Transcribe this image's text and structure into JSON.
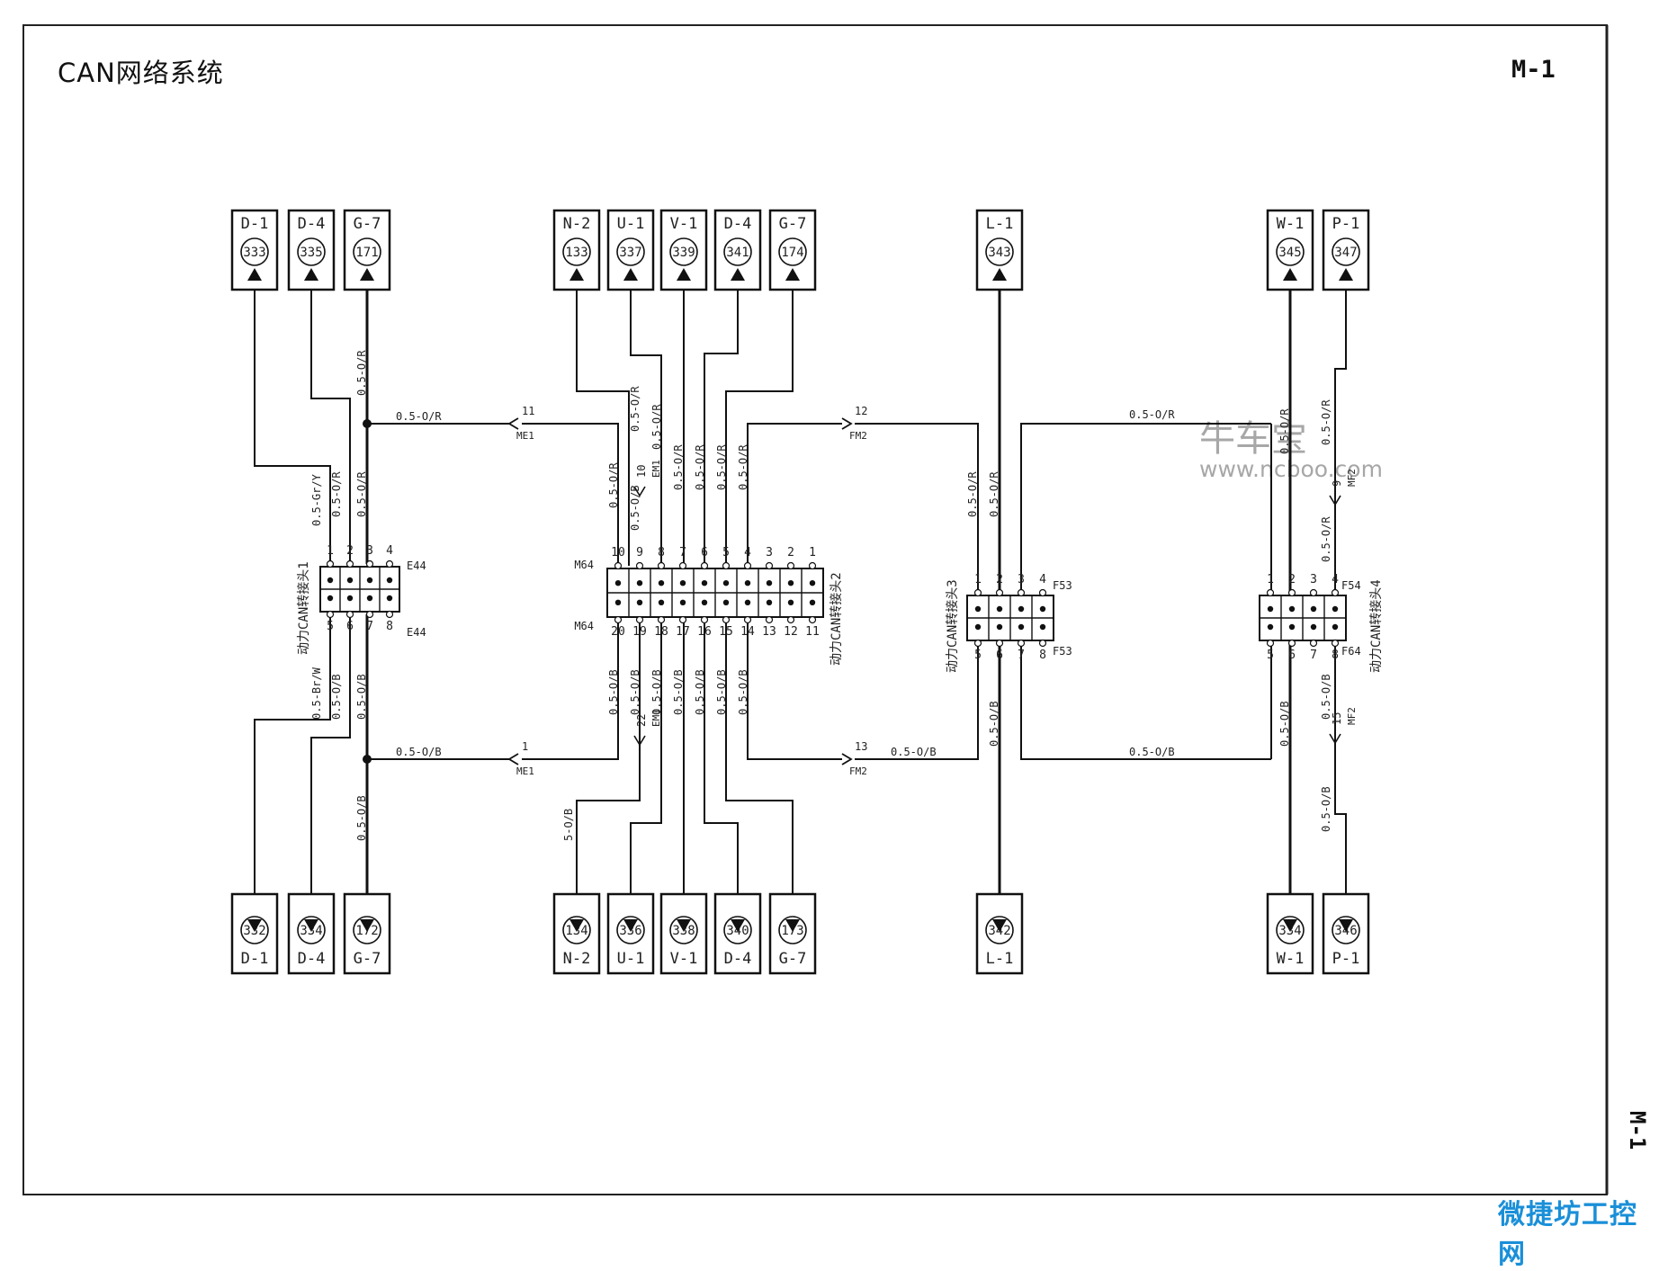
{
  "header": {
    "title": "CAN网络系统",
    "page": "M-1",
    "side_page": "M-1"
  },
  "watermark": {
    "name": "牛车宝",
    "url": "www.ncboo.com"
  },
  "corner_logo": "微捷坊工控网",
  "colors": {
    "wire": "#111111",
    "frame": "#222222",
    "watermark": "#8a8a8a",
    "logo": "#1a8fd8"
  },
  "top_terminals": [
    {
      "code": "D-1",
      "num": "333"
    },
    {
      "code": "D-4",
      "num": "335"
    },
    {
      "code": "G-7",
      "num": "171"
    },
    {
      "code": "N-2",
      "num": "133"
    },
    {
      "code": "U-1",
      "num": "337"
    },
    {
      "code": "V-1",
      "num": "339"
    },
    {
      "code": "D-4",
      "num": "341"
    },
    {
      "code": "G-7",
      "num": "174"
    },
    {
      "code": "L-1",
      "num": "343"
    },
    {
      "code": "W-1",
      "num": "345"
    },
    {
      "code": "P-1",
      "num": "347"
    }
  ],
  "bottom_terminals": [
    {
      "code": "D-1",
      "num": "332"
    },
    {
      "code": "D-4",
      "num": "334"
    },
    {
      "code": "G-7",
      "num": "172"
    },
    {
      "code": "N-2",
      "num": "134"
    },
    {
      "code": "U-1",
      "num": "336"
    },
    {
      "code": "V-1",
      "num": "338"
    },
    {
      "code": "D-4",
      "num": "340"
    },
    {
      "code": "G-7",
      "num": "173"
    },
    {
      "code": "L-1",
      "num": "342"
    },
    {
      "code": "W-1",
      "num": "334"
    },
    {
      "code": "P-1",
      "num": "346"
    }
  ],
  "connectors": [
    {
      "name": "动力CAN转接头1",
      "id_top": "E44",
      "id_bottom": "E44",
      "pins_top": [
        "1",
        "2",
        "3",
        "4"
      ],
      "pins_bottom": [
        "5",
        "6",
        "7",
        "8"
      ]
    },
    {
      "name": "动力CAN转接头2",
      "id_top": "M64",
      "id_bottom": "M64",
      "pins_top": [
        "10",
        "9",
        "8",
        "7",
        "6",
        "5",
        "4",
        "3",
        "2",
        "1"
      ],
      "pins_bottom": [
        "20",
        "19",
        "18",
        "17",
        "16",
        "15",
        "14",
        "13",
        "12",
        "11"
      ]
    },
    {
      "name": "动力CAN转接头3",
      "id_top": "F53",
      "id_bottom": "F53",
      "pins_top": [
        "1",
        "2",
        "3",
        "4"
      ],
      "pins_bottom": [
        "5",
        "6",
        "7",
        "8"
      ]
    },
    {
      "name": "动力CAN转接头4",
      "id_top": "F54",
      "id_bottom": "F64",
      "pins_top": [
        "1",
        "2",
        "3",
        "4"
      ],
      "pins_bottom": [
        "5",
        "6",
        "7",
        "8"
      ]
    }
  ],
  "wire_labels": {
    "or": "0.5-O/R",
    "ob": "0.5-O/B",
    "gry": "0.5-Gr/Y",
    "brw": "0.5-Br/W",
    "ob_short": "5-O/B",
    "or_top": "0.5-O/R",
    "ob_bottom": "0.5-O/B"
  },
  "junctions": {
    "me1_top_pin": "11",
    "me1_top_id": "ME1",
    "me1_bot_pin": "1",
    "me1_bot_id": "ME1",
    "em1_top_pin": "10",
    "em1_top_id": "EM1",
    "em1_bot_pin": "22",
    "em1_bot_id": "EM1",
    "fm2_top_pin": "12",
    "fm2_top_id": "FM2",
    "fm2_bot_pin": "13",
    "fm2_bot_id": "FM2",
    "mf2_top_pin": "9",
    "mf2_top_id": "MF2",
    "mf2_bot_pin": "15",
    "mf2_bot_id": "MF2"
  }
}
